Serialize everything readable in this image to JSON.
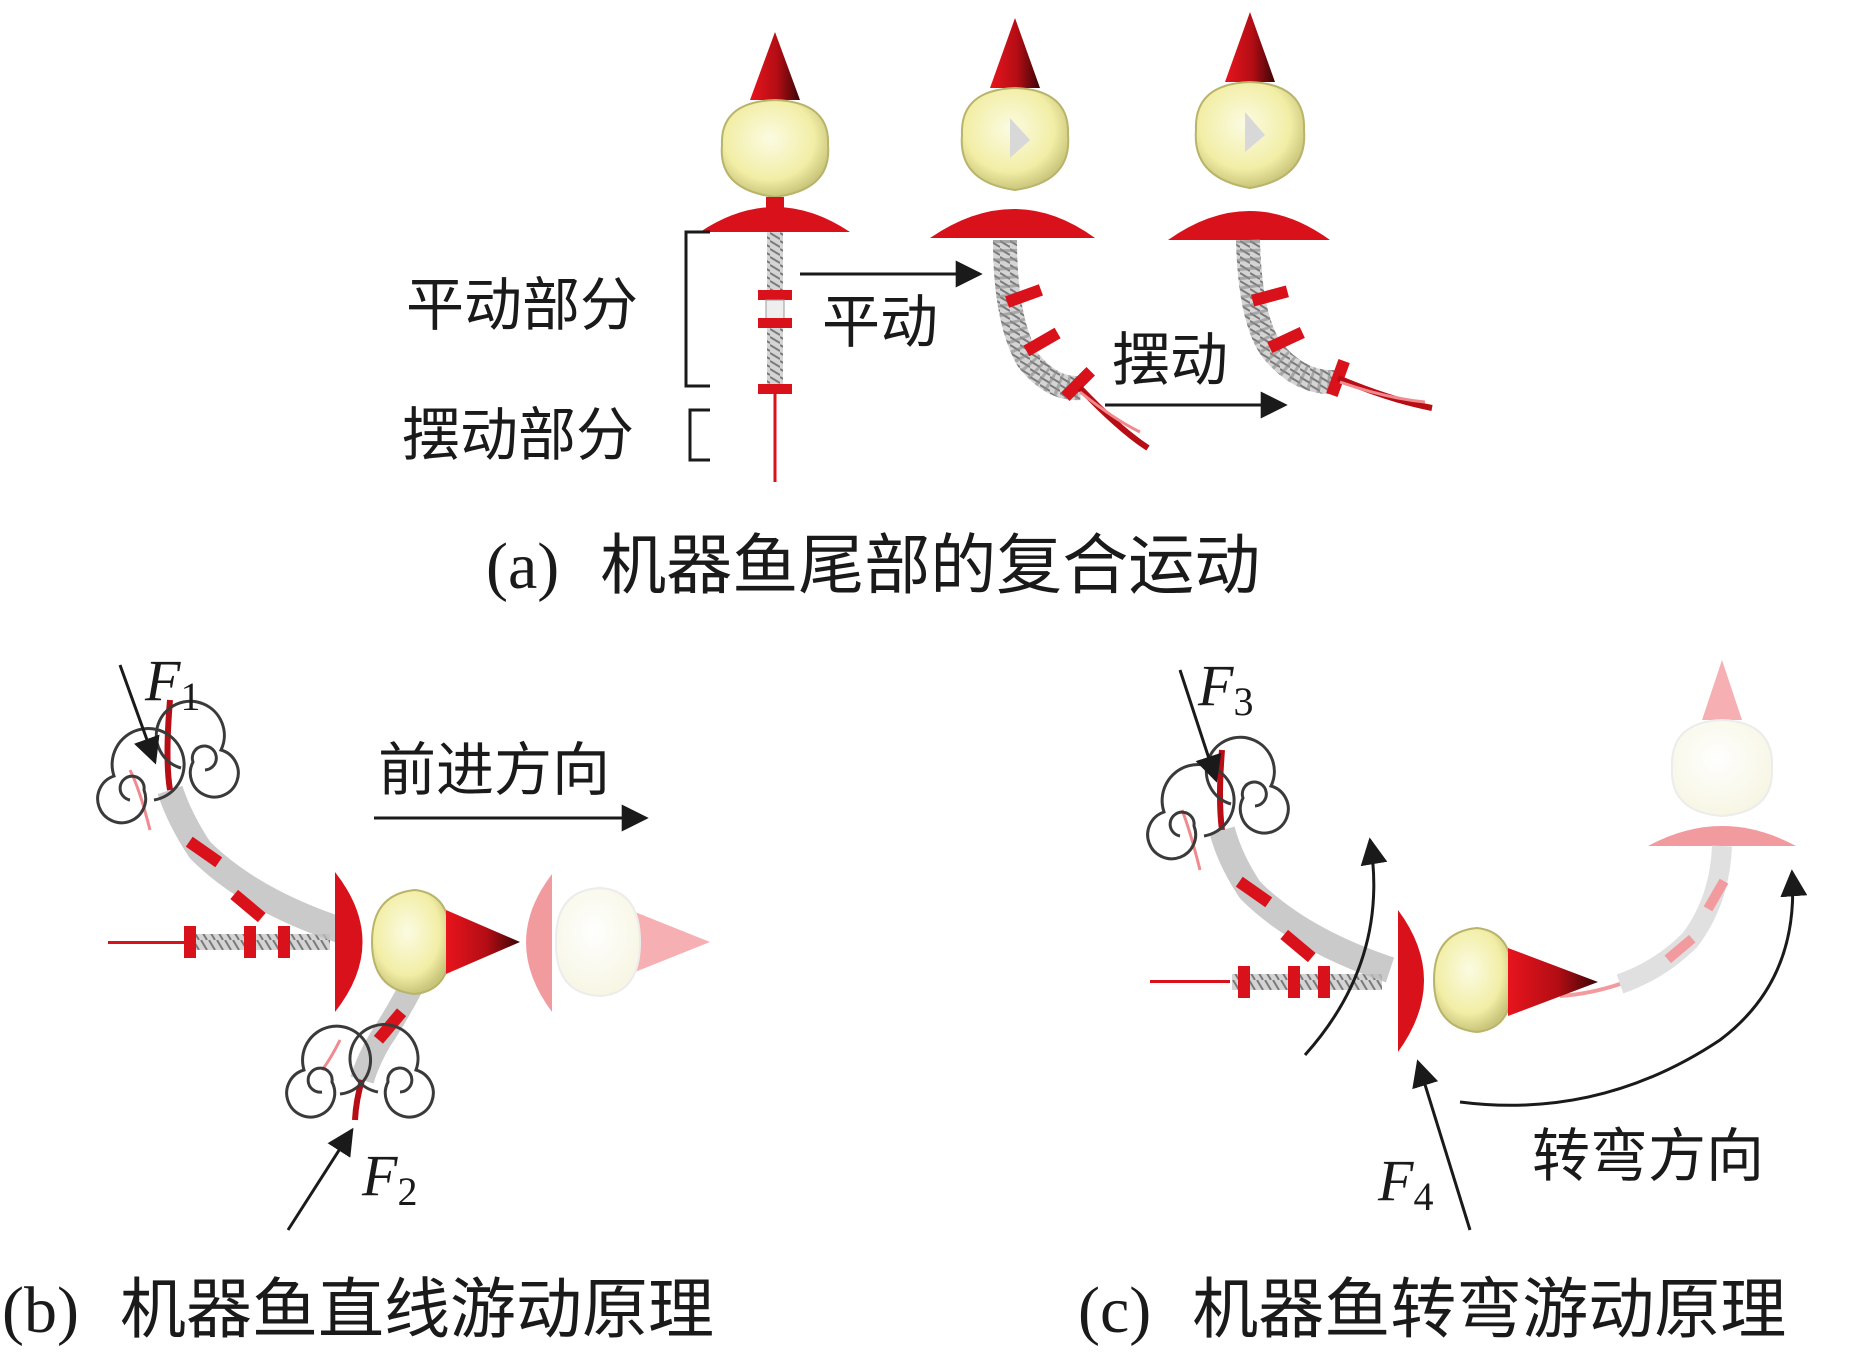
{
  "panel_a": {
    "caption_letter": "(a)",
    "caption": "机器鱼尾部的复合运动",
    "label_translation_part": "平动部分",
    "label_swing_part": "摆动部分",
    "arrow_translation": "平动",
    "arrow_swing": "摆动"
  },
  "panel_b": {
    "caption_letter": "(b)",
    "caption": "机器鱼直线游动原理",
    "direction_label": "前进方向",
    "force1": {
      "symbol": "F",
      "sub": "1"
    },
    "force2": {
      "symbol": "F",
      "sub": "2"
    }
  },
  "panel_c": {
    "caption_letter": "(c)",
    "caption": "机器鱼转弯游动原理",
    "direction_label": "转弯方向",
    "force3": {
      "symbol": "F",
      "sub": "3"
    },
    "force4": {
      "symbol": "F",
      "sub": "4"
    }
  },
  "colors": {
    "fin_red": "#d9111a",
    "fin_red_light": "#f2878c",
    "head_yellow": "#f4f1b0",
    "spring_grey": "#9a9a9a",
    "ink": "#1a1a1a"
  }
}
